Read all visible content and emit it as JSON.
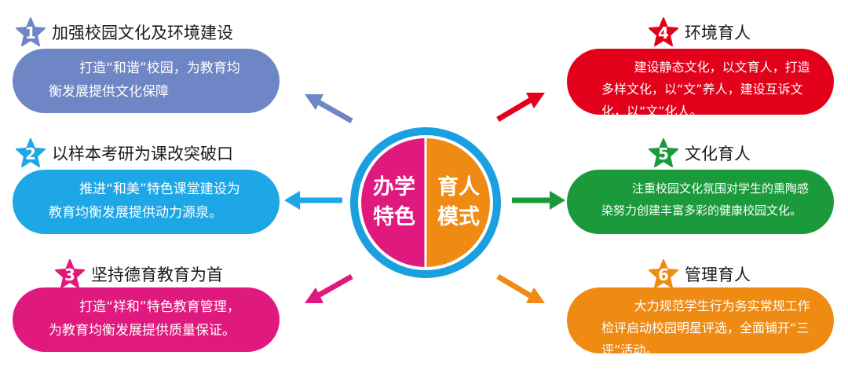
{
  "center": {
    "left_line1": "办学",
    "left_line2": "特色",
    "right_line1": "育人",
    "right_line2": "模式"
  },
  "items": [
    {
      "num": "1",
      "title": "加强校园文化及环境建设",
      "text": "打造“和谐”校园，为教育均衡发展提供文化保障",
      "color": "#6f86c6"
    },
    {
      "num": "2",
      "title": "以样本考研为课改突破口",
      "text": "推进“和美”特色课堂建设为教育均衡发展提供动力源泉。",
      "color": "#1ea7e6"
    },
    {
      "num": "3",
      "title": "坚持德育教育为首",
      "text": "打造“祥和”特色教育管理，为教育均衡发展提供质量保证。",
      "color": "#e0197e"
    },
    {
      "num": "4",
      "title": "环境育人",
      "text": "建设静态文化，以文育人，打造多样文化，以“文”养人，建设互诉文化，以“文”化人。",
      "color": "#e2001a"
    },
    {
      "num": "5",
      "title": "文化育人",
      "text": "注重校园文化氛围对学生的熏陶感染努力创建丰富多彩的健康校园文化。",
      "color": "#1a9a3a"
    },
    {
      "num": "6",
      "title": "管理育人",
      "text": "大力规范学生行为务实常规工作检评启动校园明星评选，全面铺开“三评”活动。",
      "color": "#ef8a13"
    }
  ],
  "colors": {
    "ring": "#1aa0e0",
    "center_left": "#e0197e",
    "center_right": "#ef8a13"
  }
}
